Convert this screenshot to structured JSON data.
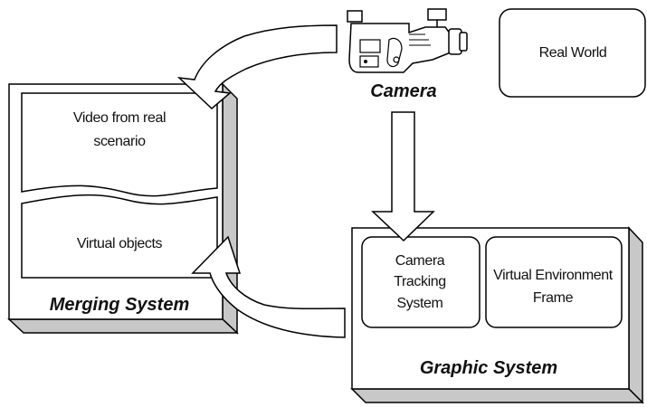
{
  "labels": {
    "camera": "Camera",
    "real_world": "Real World",
    "video_line1": "Video from real",
    "video_line2": "scenario",
    "virtual_objects": "Virtual objects",
    "merging_system": "Merging System",
    "camera_tracking_line1": "Camera",
    "camera_tracking_line2": "Tracking",
    "camera_tracking_line3": "System",
    "virtual_env_line1": "Virtual Environment",
    "virtual_env_line2": "Frame",
    "graphic_system": "Graphic System"
  },
  "icons": {
    "camera": "video-camera-icon"
  },
  "colors": {
    "stroke": "#000000",
    "box_shadow": "#c8c8c8",
    "fill": "#ffffff"
  }
}
